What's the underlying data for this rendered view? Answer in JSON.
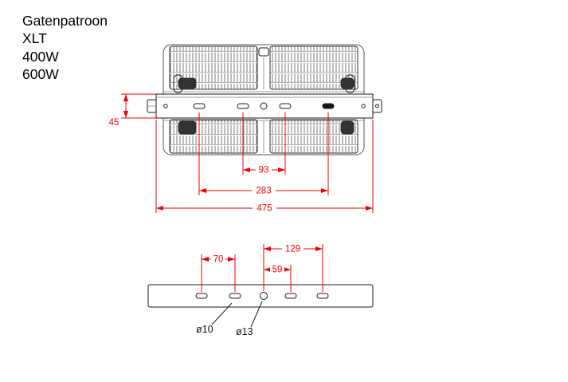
{
  "title": {
    "line1": "Gatenpatroon",
    "line2": "XLT",
    "line3": "400W",
    "line4": "600W"
  },
  "colors": {
    "dimension": "#f00000",
    "line": "#1a1a1a",
    "background": "#ffffff"
  },
  "top_view": {
    "description": "floodlight-top-view-with-mounting-bracket",
    "dims": {
      "bracket_height": "45",
      "inner_slot_spacing": "93",
      "outer_slot_spacing": "283",
      "overall_width": "475"
    }
  },
  "bottom_view": {
    "description": "mounting-bracket-hole-pattern",
    "dims": {
      "left_slot_spacing": "70",
      "center_to_right_outer": "129",
      "center_to_right_inner": "59"
    },
    "labels": {
      "slot_diameter": "ø10",
      "center_hole_diameter": "ø13"
    }
  }
}
